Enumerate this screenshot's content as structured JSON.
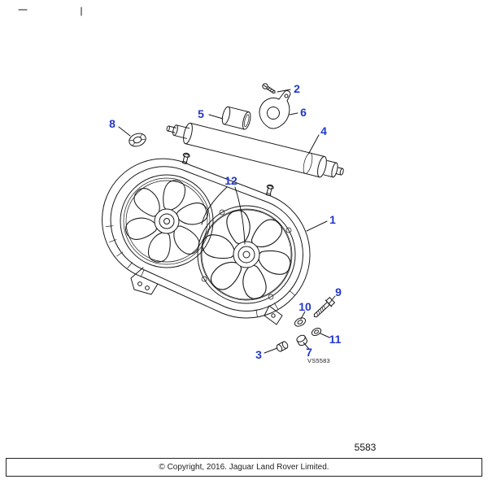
{
  "drawing": {
    "figure_code": "VS5583",
    "page_number": "5583",
    "copyright": "© Copyright, 2016. Jaguar Land Rover Limited.",
    "callout_color": "#2338c8",
    "line_color": "#1a1a1a",
    "subject": "Twin cooling fan and shroud assembly with receiver drier, clamp and fixings"
  },
  "callouts": {
    "c1": "1",
    "c2": "2",
    "c3": "3",
    "c4": "4",
    "c5": "5",
    "c6": "6",
    "c7": "7",
    "c8": "8",
    "c9": "9",
    "c10": "10",
    "c11": "11",
    "c12": "12"
  }
}
